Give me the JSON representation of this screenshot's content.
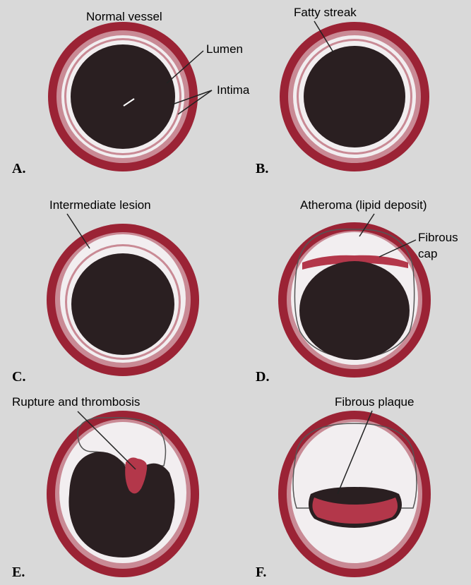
{
  "panels": [
    {
      "letter": "A.",
      "labels": [
        "Normal vessel",
        "Lumen",
        "Intima"
      ]
    },
    {
      "letter": "B.",
      "labels": [
        "Fatty streak"
      ]
    },
    {
      "letter": "C.",
      "labels": [
        "Intermediate lesion"
      ]
    },
    {
      "letter": "D.",
      "labels": [
        "Atheroma (lipid deposit)",
        "Fibrous",
        "cap"
      ]
    },
    {
      "letter": "E.",
      "labels": [
        "Rupture and thrombosis"
      ]
    },
    {
      "letter": "F.",
      "labels": [
        "Fibrous plaque"
      ]
    }
  ],
  "colors": {
    "background": "#d9d9d9",
    "outer_wall": "#9b2335",
    "media_band": "#c98a95",
    "intima_band": "#f2eef0",
    "lumen": "#2a1f21",
    "lesion": "#b3374a"
  }
}
